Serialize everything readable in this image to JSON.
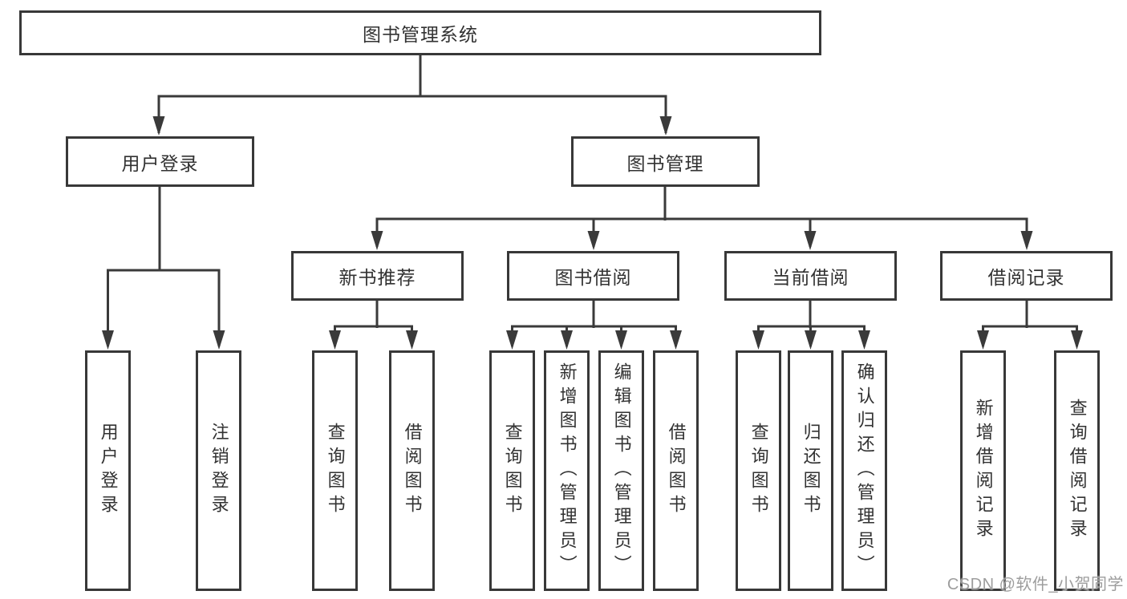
{
  "colors": {
    "line": "#3a3a3a",
    "box_border": "#383838",
    "text": "#323232",
    "watermark": "#9d9d9d",
    "background": "#ffffff"
  },
  "diagram": {
    "root": "图书管理系统",
    "branches": [
      {
        "label": "用户登录",
        "leaves": [
          "用户登录",
          "注销登录"
        ]
      },
      {
        "label": "图书管理",
        "groups": [
          {
            "label": "新书推荐",
            "leaves": [
              "查询图书",
              "借阅图书"
            ]
          },
          {
            "label": "图书借阅",
            "leaves": [
              "查询图书",
              "新增图书（管理员）",
              "编辑图书（管理员）",
              "借阅图书"
            ]
          },
          {
            "label": "当前借阅",
            "leaves": [
              "查询图书",
              "归还图书",
              "确认归还（管理员）"
            ]
          },
          {
            "label": "借阅记录",
            "leaves": [
              "新增借阅记录",
              "查询借阅记录"
            ]
          }
        ]
      }
    ]
  },
  "watermark": {
    "text": "CSDN @软件_小贺同学"
  }
}
